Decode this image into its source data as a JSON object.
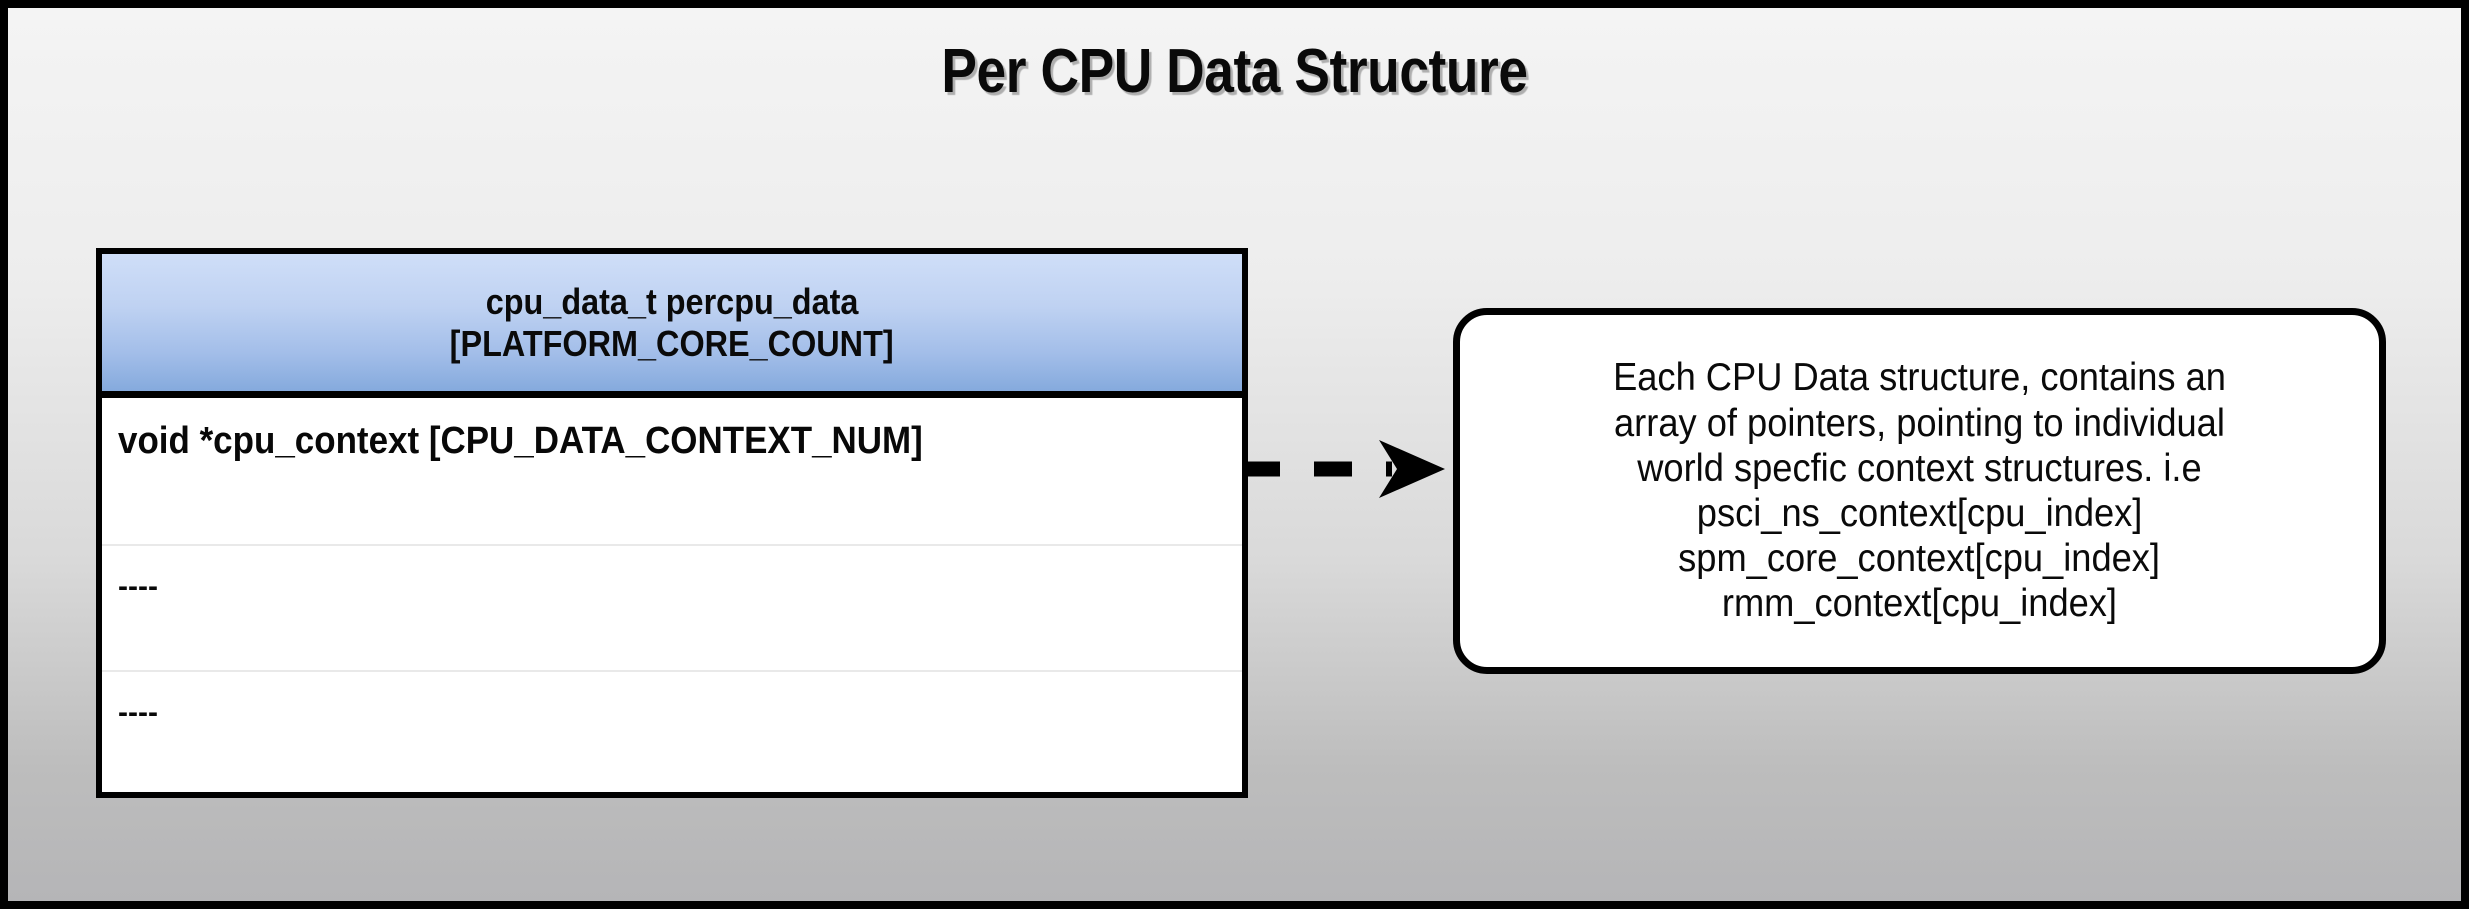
{
  "slide": {
    "title": "Per CPU Data Structure",
    "background_top_color": "#f4f4f4",
    "background_bottom_color": "#b5b5b7",
    "border_color": "#000000"
  },
  "struct_table": {
    "header_color_top": "#cfdef8",
    "header_color_bottom": "#85aadd",
    "header_lines": [
      "cpu_data_t percpu_data",
      "[PLATFORM_CORE_COUNT]"
    ],
    "rows": [
      {
        "label": "void *cpu_context [CPU_DATA_CONTEXT_NUM]"
      },
      {
        "label": "----"
      },
      {
        "label": "----"
      }
    ]
  },
  "connector": {
    "style": "dashed-arrow",
    "direction": "right",
    "color": "#000000"
  },
  "note_box": {
    "lines": [
      "Each CPU Data structure, contains an",
      "array of pointers, pointing to individual",
      "world specfic context structures. i.e",
      "psci_ns_context[cpu_index]",
      "spm_core_context[cpu_index]",
      "rmm_context[cpu_index]"
    ],
    "border_color": "#000000",
    "background_color": "#ffffff"
  }
}
